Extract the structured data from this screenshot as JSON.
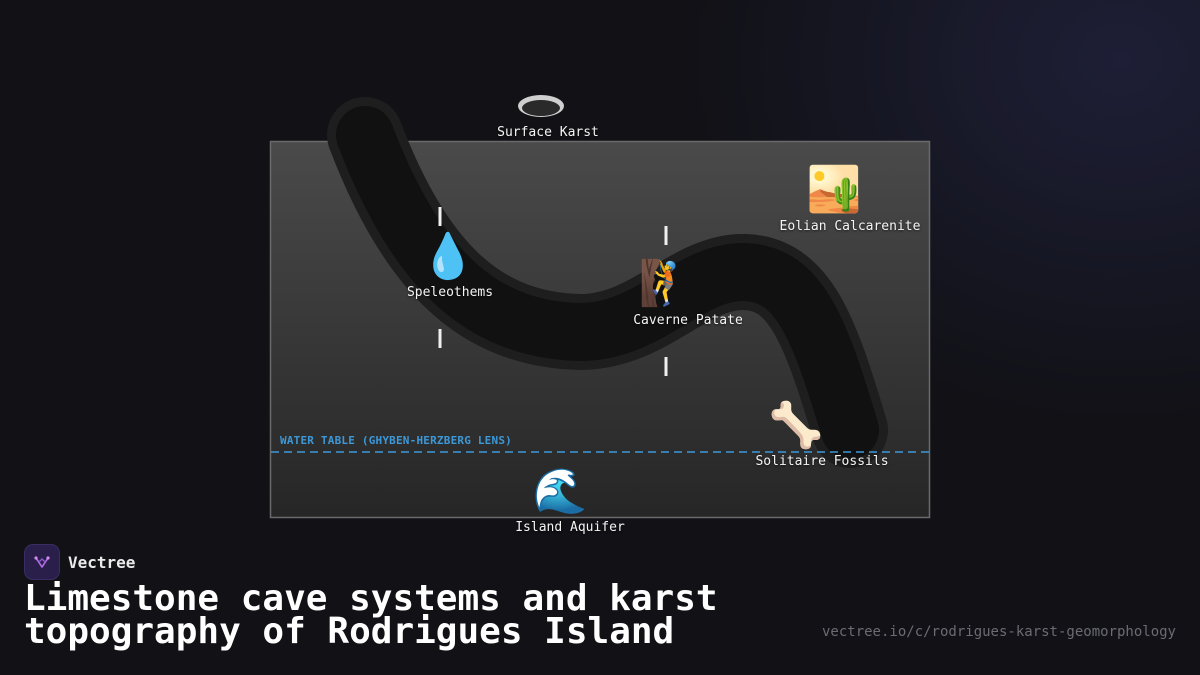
{
  "diagram": {
    "surface": {
      "label": "Surface Karst",
      "icon": "sinkhole-icon"
    },
    "speleothems": {
      "label": "Speleothems",
      "icon": "💧"
    },
    "caverne": {
      "label": "Caverne Patate",
      "icon": "🧗"
    },
    "eolian": {
      "label": "Eolian Calcarenite",
      "icon": "🏜️"
    },
    "fossils": {
      "label": "Solitaire Fossils",
      "icon": "🦴"
    },
    "aquifer": {
      "label": "Island Aquifer",
      "icon": "🌊"
    },
    "water_table": {
      "label": "WATER TABLE (GHYBEN-HERZBERG LENS)"
    },
    "colors": {
      "rock_top": "#4a4a4a",
      "rock_bottom": "#262626",
      "cave": "#111111",
      "water_line": "#3d98d8"
    }
  },
  "brand": {
    "name": "Vectree",
    "logo_icon": "vectree-logo-icon"
  },
  "title": "Limestone cave systems and karst topography of Rodrigues Island",
  "url": "vectree.io/c/rodrigues-karst-geomorphology"
}
